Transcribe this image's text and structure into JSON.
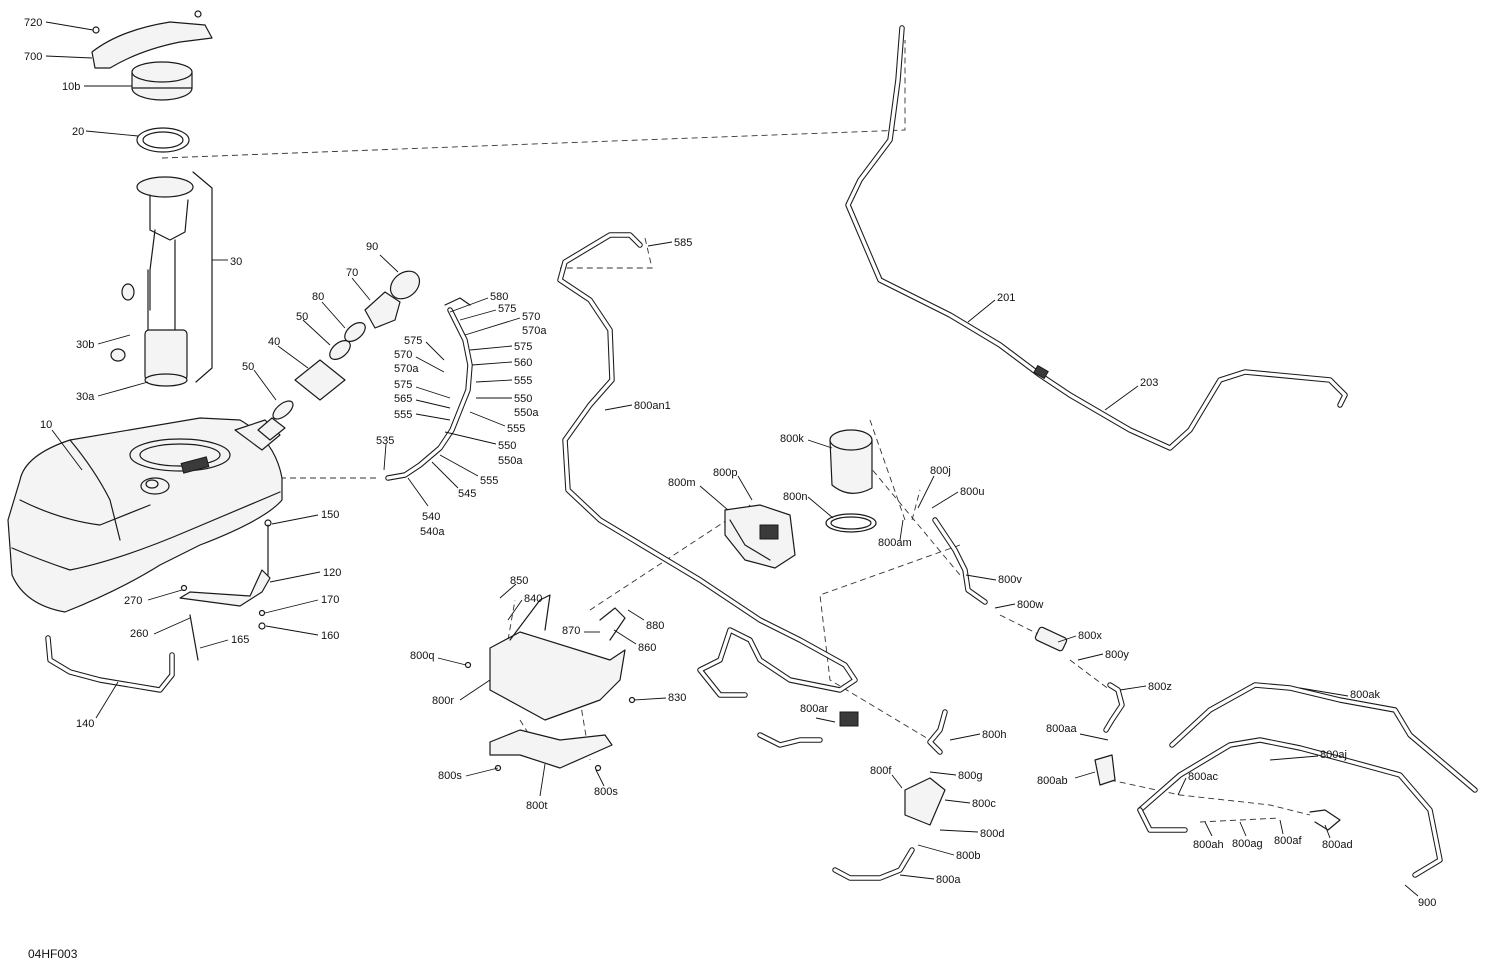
{
  "figure_code": "04HF003",
  "callouts": [
    "720",
    "700",
    "10b",
    "20",
    "30",
    "30b",
    "30a",
    "10",
    "90",
    "70",
    "80",
    "50",
    "40",
    "50",
    "580",
    "575",
    "570",
    "570a",
    "575",
    "560",
    "575",
    "570",
    "570a",
    "575",
    "565",
    "555",
    "555",
    "550",
    "550a",
    "555",
    "535",
    "550",
    "550a",
    "555",
    "545",
    "540",
    "540a",
    "585",
    "800an1",
    "201",
    "203",
    "150",
    "120",
    "270",
    "170",
    "260",
    "165",
    "160",
    "140",
    "800k",
    "800j",
    "800u",
    "800n",
    "800am",
    "800p",
    "800m",
    "850",
    "840",
    "880",
    "870",
    "860",
    "800q",
    "800r",
    "830",
    "800v",
    "800w",
    "800x",
    "800y",
    "800z",
    "800ak",
    "800ar",
    "800h",
    "800aa",
    "800aj",
    "800g",
    "800f",
    "800c",
    "800ab",
    "800ac",
    "800d",
    "800b",
    "800a",
    "800s",
    "800t",
    "800s",
    "800ah",
    "800ag",
    "800af",
    "800ad",
    "900"
  ]
}
